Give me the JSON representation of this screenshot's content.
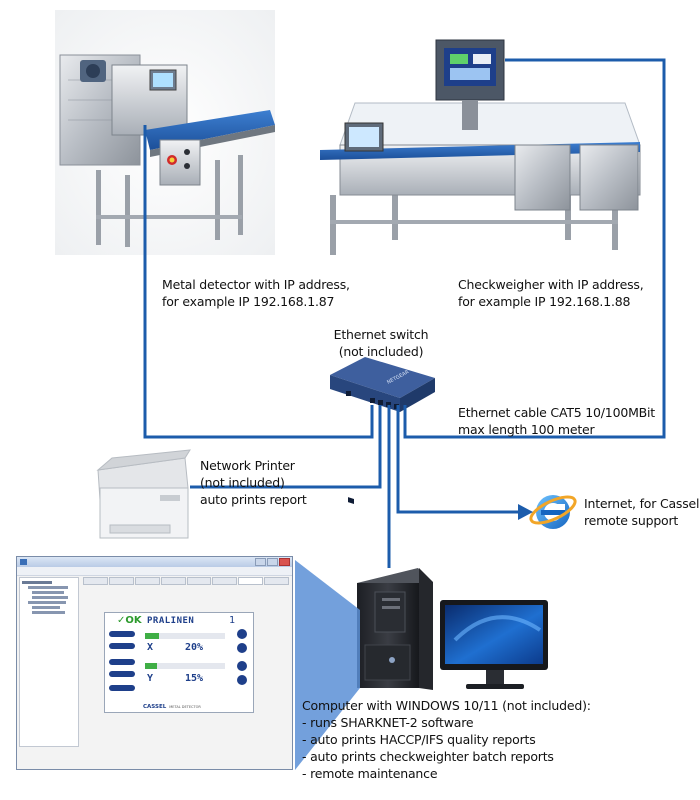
{
  "labels": {
    "metal_detector": [
      "Metal detector with IP address,",
      "for example IP 192.168.1.87"
    ],
    "checkweigher": [
      "Checkweigher with IP address,",
      "for example IP 192.168.1.88"
    ],
    "switch": [
      "Ethernet switch",
      "(not included)"
    ],
    "cable": [
      "Ethernet cable CAT5 10/100MBit",
      "max length 100 meter"
    ],
    "printer": [
      "Network Printer",
      "(not included)",
      "auto prints report"
    ],
    "internet": [
      "Internet, for Cassel",
      "remote support"
    ],
    "computer_title": "Computer with WINDOWS 10/11 (not included):",
    "computer_items": [
      "- runs SHARKNET-2 software",
      "- auto prints HACCP/IFS quality reports",
      "- auto prints checkweighter batch reports",
      "- remote maintenance"
    ]
  },
  "switch_brand": "NETGEAR",
  "screen": {
    "status": "✓OK",
    "product": "PRALINEN",
    "number": "1",
    "x_label": "X",
    "x_value": "20%",
    "y_label": "Y",
    "y_value": "15%",
    "brand": "CASSEL",
    "brand_sub": "METAL DETECTOR"
  },
  "colors": {
    "cable": "#1c5cab",
    "callout": "#5b8fd6",
    "switch": "#2f4f8f"
  }
}
